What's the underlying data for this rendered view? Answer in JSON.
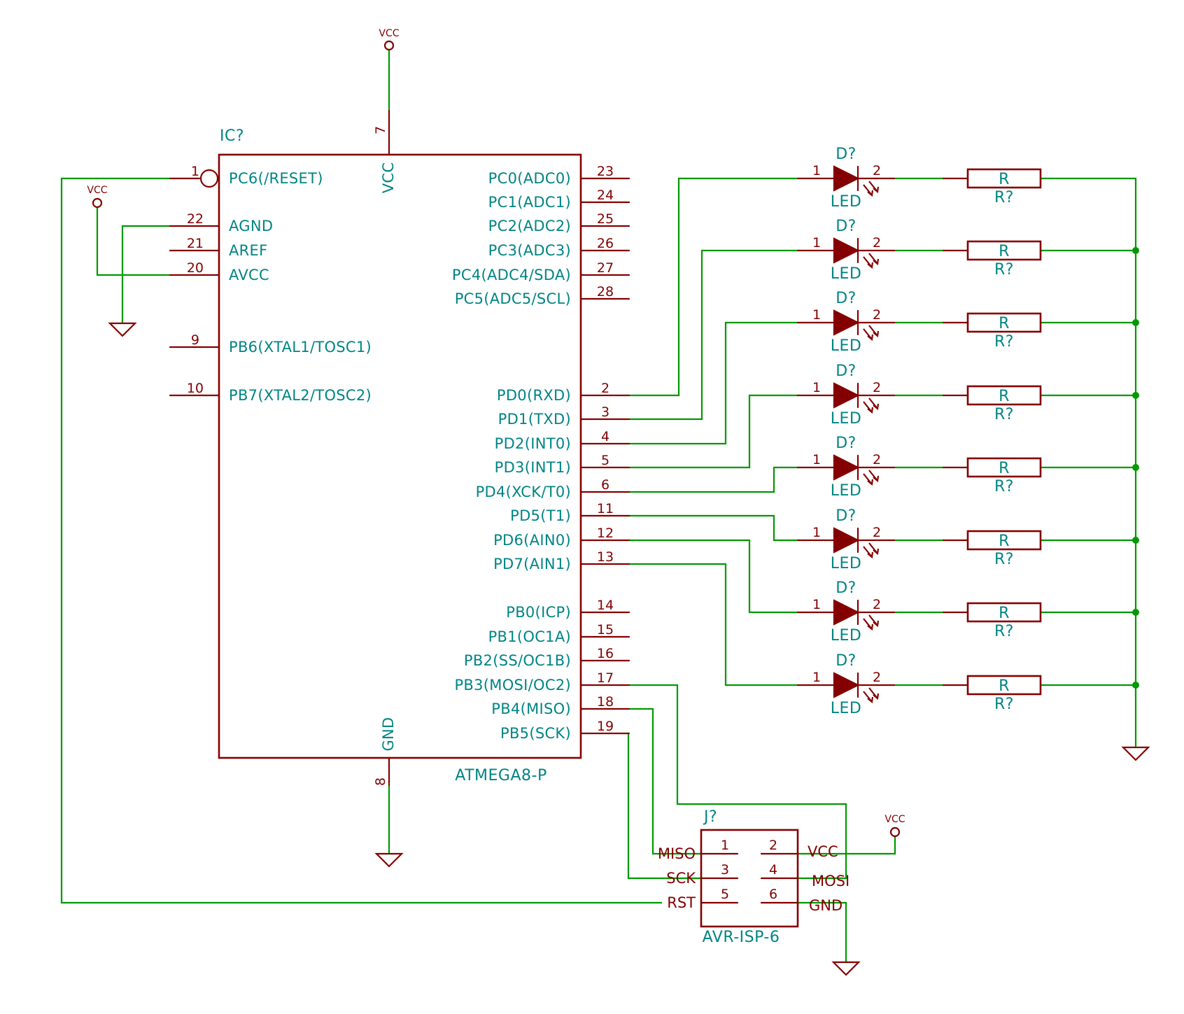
{
  "power": {
    "vcc_label": "VCC"
  },
  "ic": {
    "ref": "IC?",
    "value": "ATMEGA8-P",
    "vcc_pin": {
      "num": "7",
      "name": "VCC"
    },
    "gnd_pin": {
      "num": "8",
      "name": "GND"
    },
    "left_pins": [
      {
        "num": "1",
        "name": "PC6(/RESET)"
      },
      {
        "num": "22",
        "name": "AGND"
      },
      {
        "num": "21",
        "name": "AREF"
      },
      {
        "num": "20",
        "name": "AVCC"
      },
      {
        "num": "9",
        "name": "PB6(XTAL1/TOSC1)"
      },
      {
        "num": "10",
        "name": "PB7(XTAL2/TOSC2)"
      }
    ],
    "right_pins": [
      {
        "num": "23",
        "name": "PC0(ADC0)"
      },
      {
        "num": "24",
        "name": "PC1(ADC1)"
      },
      {
        "num": "25",
        "name": "PC2(ADC2)"
      },
      {
        "num": "26",
        "name": "PC3(ADC3)"
      },
      {
        "num": "27",
        "name": "PC4(ADC4/SDA)"
      },
      {
        "num": "28",
        "name": "PC5(ADC5/SCL)"
      },
      {
        "num": "2",
        "name": "PD0(RXD)"
      },
      {
        "num": "3",
        "name": "PD1(TXD)"
      },
      {
        "num": "4",
        "name": "PD2(INT0)"
      },
      {
        "num": "5",
        "name": "PD3(INT1)"
      },
      {
        "num": "6",
        "name": "PD4(XCK/T0)"
      },
      {
        "num": "11",
        "name": "PD5(T1)"
      },
      {
        "num": "12",
        "name": "PD6(AIN0)"
      },
      {
        "num": "13",
        "name": "PD7(AIN1)"
      },
      {
        "num": "14",
        "name": "PB0(ICP)"
      },
      {
        "num": "15",
        "name": "PB1(OC1A)"
      },
      {
        "num": "16",
        "name": "PB2(SS/OC1B)"
      },
      {
        "num": "17",
        "name": "PB3(MOSI/OC2)"
      },
      {
        "num": "18",
        "name": "PB4(MISO)"
      },
      {
        "num": "19",
        "name": "PB5(SCK)"
      }
    ]
  },
  "leds": [
    {
      "ref": "D?",
      "value": "LED",
      "pin1": "1",
      "pin2": "2"
    },
    {
      "ref": "D?",
      "value": "LED",
      "pin1": "1",
      "pin2": "2"
    },
    {
      "ref": "D?",
      "value": "LED",
      "pin1": "1",
      "pin2": "2"
    },
    {
      "ref": "D?",
      "value": "LED",
      "pin1": "1",
      "pin2": "2"
    },
    {
      "ref": "D?",
      "value": "LED",
      "pin1": "1",
      "pin2": "2"
    },
    {
      "ref": "D?",
      "value": "LED",
      "pin1": "1",
      "pin2": "2"
    },
    {
      "ref": "D?",
      "value": "LED",
      "pin1": "1",
      "pin2": "2"
    },
    {
      "ref": "D?",
      "value": "LED",
      "pin1": "1",
      "pin2": "2"
    }
  ],
  "resistors": [
    {
      "ref": "R?",
      "value": "R"
    },
    {
      "ref": "R?",
      "value": "R"
    },
    {
      "ref": "R?",
      "value": "R"
    },
    {
      "ref": "R?",
      "value": "R"
    },
    {
      "ref": "R?",
      "value": "R"
    },
    {
      "ref": "R?",
      "value": "R"
    },
    {
      "ref": "R?",
      "value": "R"
    },
    {
      "ref": "R?",
      "value": "R"
    }
  ],
  "connector": {
    "ref": "J?",
    "value": "AVR-ISP-6",
    "pins": [
      {
        "num": "1",
        "name": "MISO"
      },
      {
        "num": "2",
        "name": "VCC"
      },
      {
        "num": "3",
        "name": "SCK"
      },
      {
        "num": "4",
        "name": "MOSI"
      },
      {
        "num": "5",
        "name": "RST"
      },
      {
        "num": "6",
        "name": "GND"
      }
    ]
  }
}
